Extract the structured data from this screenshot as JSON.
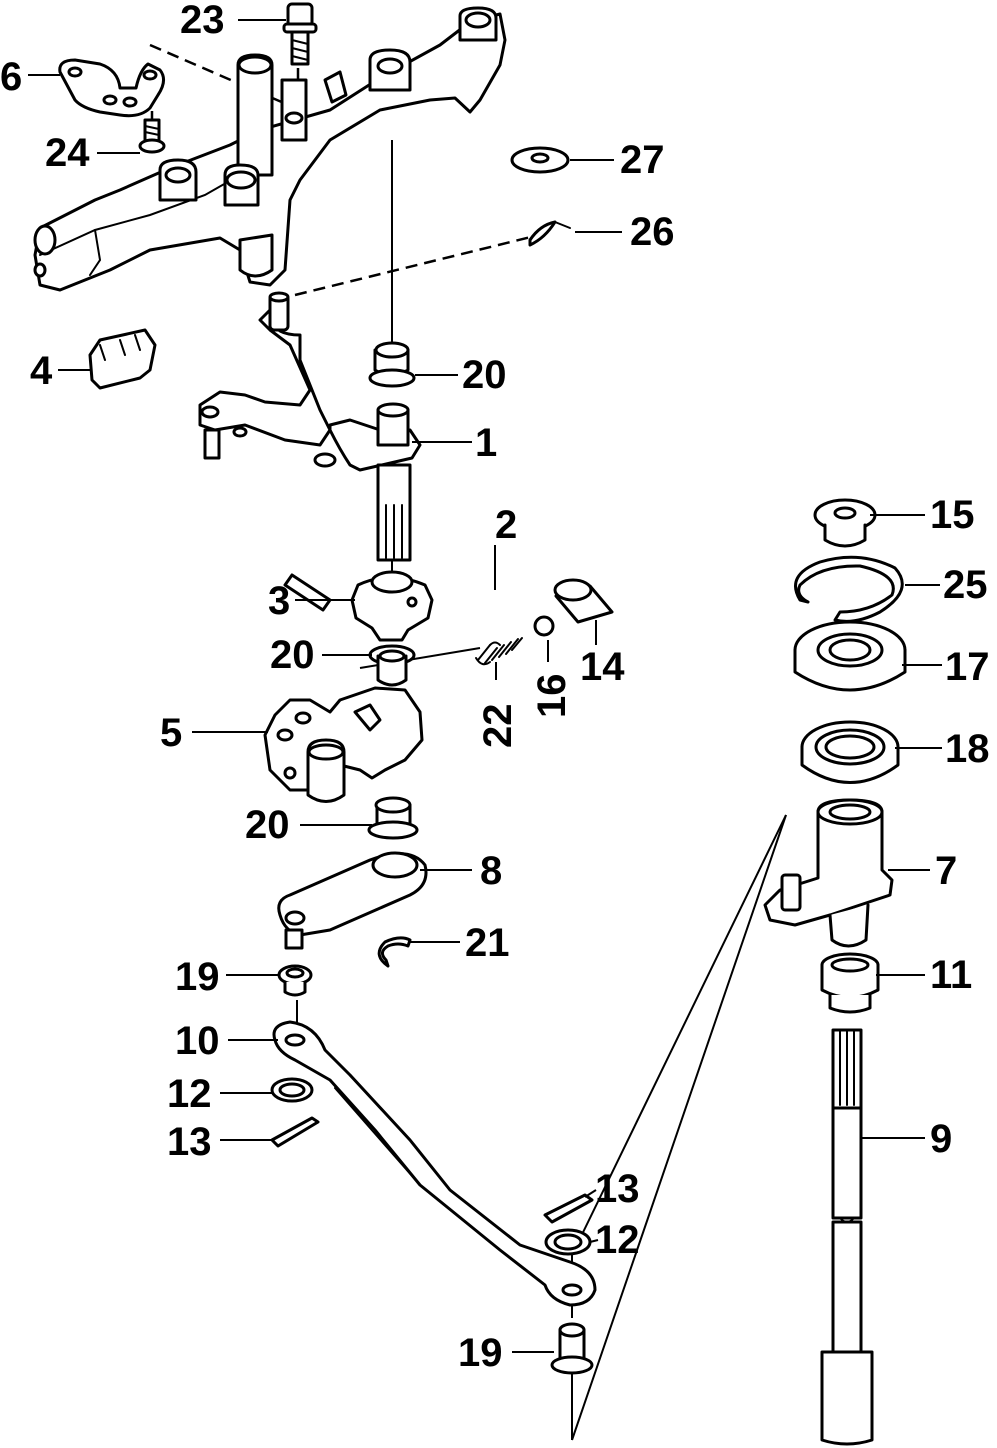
{
  "callouts": {
    "c1": "1",
    "c2": "2",
    "c3": "3",
    "c4": "4",
    "c5": "5",
    "c6": "6",
    "c7": "7",
    "c8": "8",
    "c9": "9",
    "c10": "10",
    "c11": "11",
    "c12a": "12",
    "c12b": "12",
    "c13a": "13",
    "c13b": "13",
    "c14": "14",
    "c15": "15",
    "c16": "16",
    "c17": "17",
    "c18": "18",
    "c19a": "19",
    "c19b": "19",
    "c20a": "20",
    "c20b": "20",
    "c20c": "20",
    "c21": "21",
    "c22": "22",
    "c23": "23",
    "c24": "24",
    "c25": "25",
    "c26": "26",
    "c27": "27"
  }
}
